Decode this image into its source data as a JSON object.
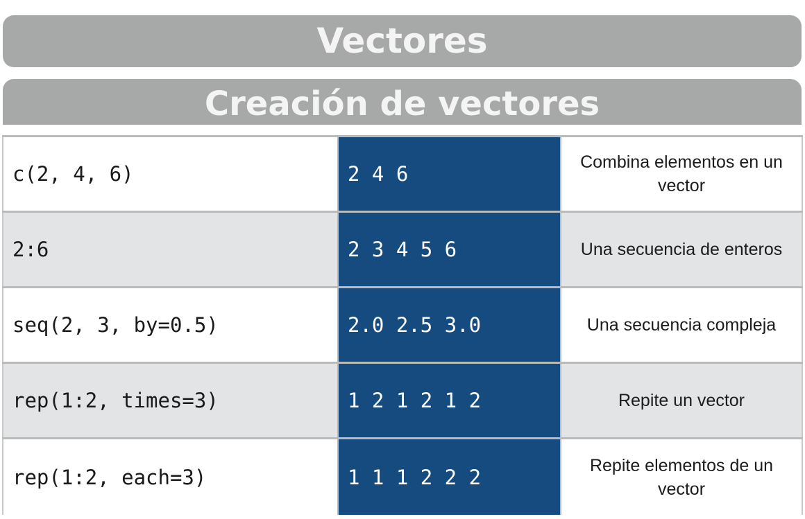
{
  "header": {
    "title": "Vectores",
    "subtitle": "Creación de vectores"
  },
  "rows": [
    {
      "code": "c(2, 4, 6)",
      "result": "2 4 6",
      "description": "Combina elementos en un vector"
    },
    {
      "code": "2:6",
      "result": "2 3 4 5 6",
      "description": "Una secuencia de enteros"
    },
    {
      "code": "seq(2, 3, by=0.5)",
      "result": "2.0 2.5 3.0",
      "description": "Una secuencia compleja"
    },
    {
      "code": "rep(1:2, times=3)",
      "result": "1 2 1 2 1 2",
      "description": "Repite un vector"
    },
    {
      "code": "rep(1:2, each=3)",
      "result": "1 1 1 2 2 2",
      "description": "Repite elementos de un vector"
    }
  ],
  "colors": {
    "banner": "#a7a9a9",
    "result_cell": "#164b80",
    "row_alt": "#e3e4e6"
  }
}
